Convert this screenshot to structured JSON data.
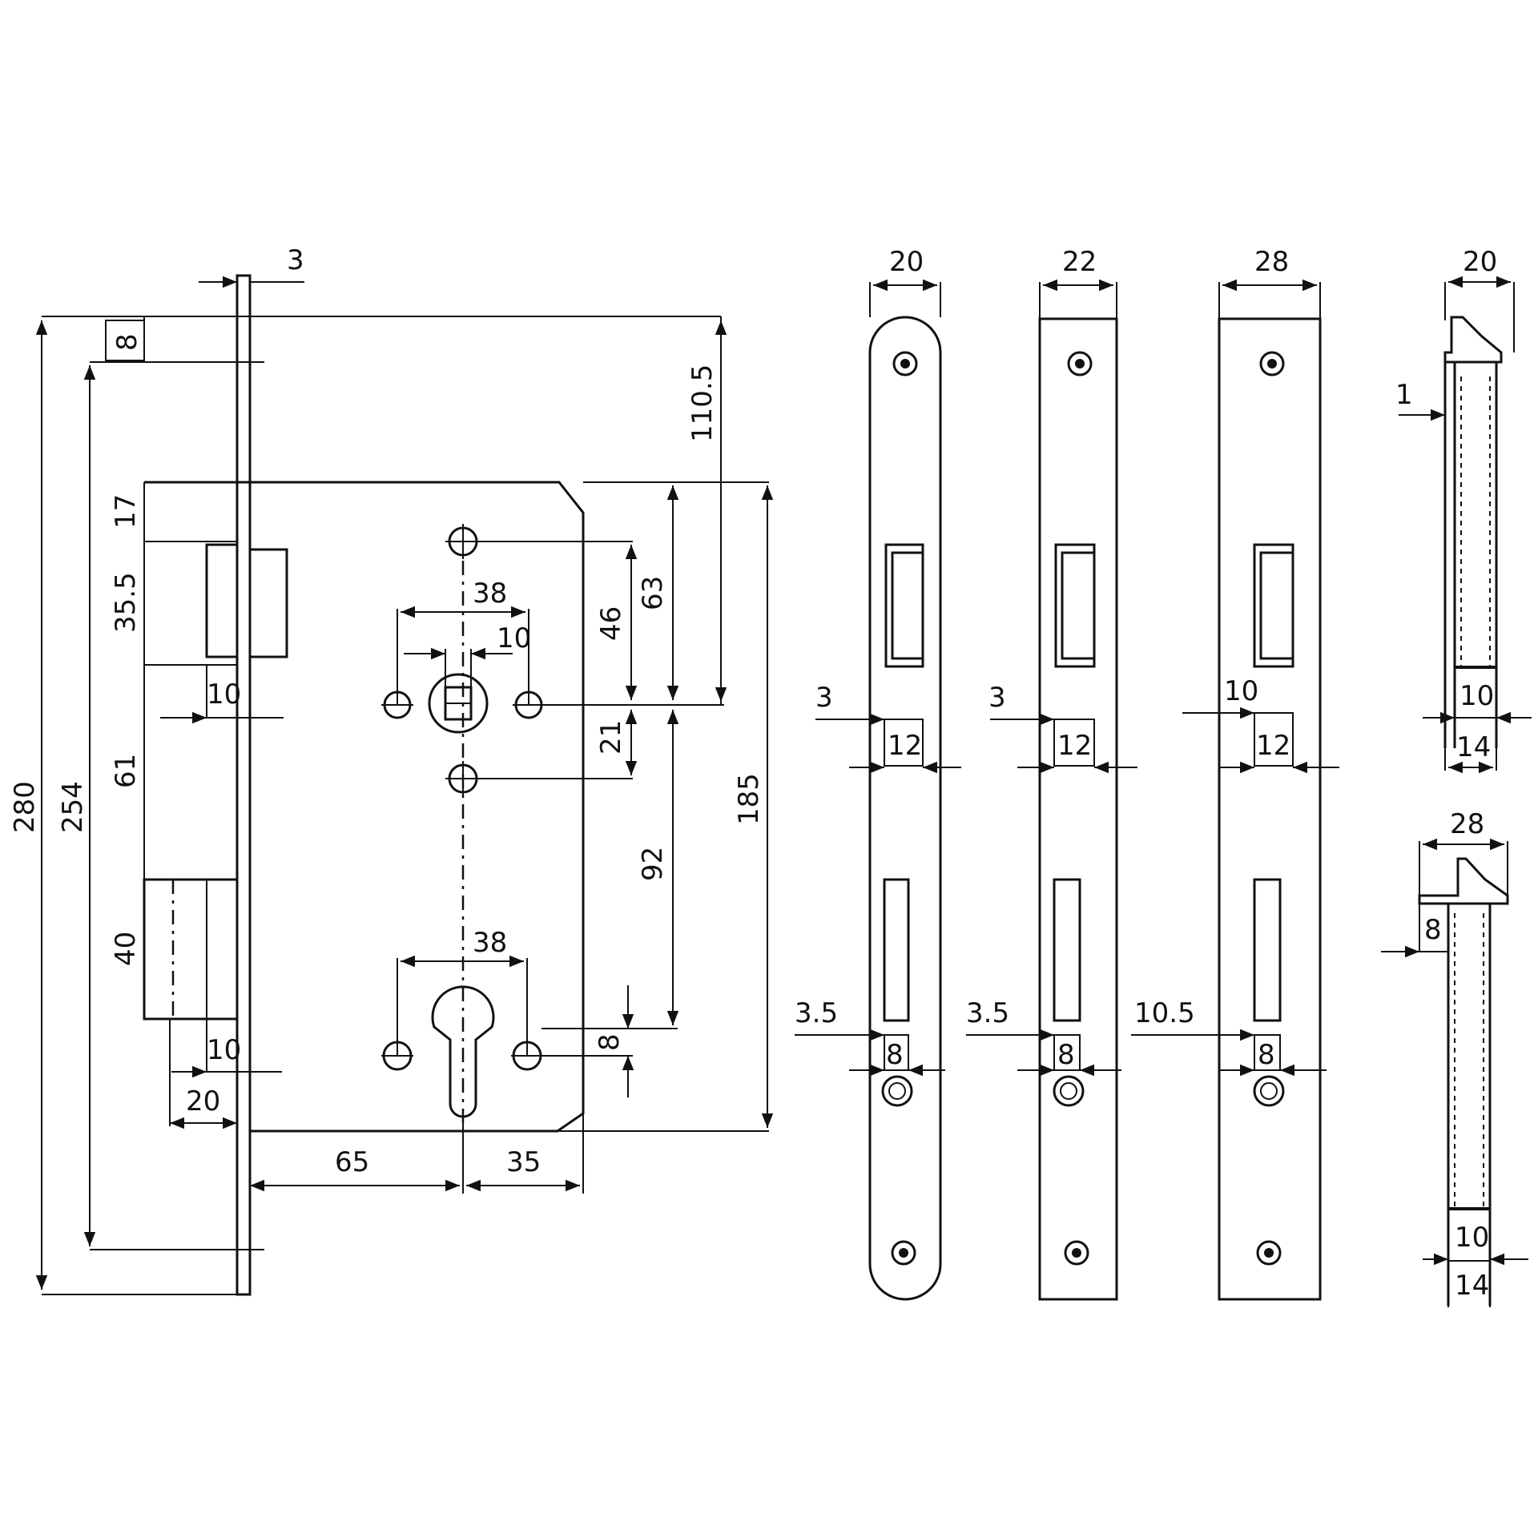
{
  "colors": {
    "ink": "#111111",
    "paper": "#ffffff"
  },
  "main_view": {
    "faceplate_thickness": "3",
    "faceplate_top_offset": "8",
    "overall_height": "280",
    "fixing_pitch": "254",
    "dim_17": "17",
    "latch_height": "35.5",
    "dim_61": "61",
    "bolt_height": "40",
    "latch_projection": "10",
    "bolt_projection": "10",
    "bolt_width": "20",
    "spindle_to_top": "110.5",
    "case_height": "185",
    "dim_63": "63",
    "dim_46": "46",
    "dim_21": "21",
    "dim_92": "92",
    "dim_8": "8",
    "hole_spacing_upper": "38",
    "square_spindle": "10",
    "hole_spacing_lower": "38",
    "backset": "65",
    "dim_35": "35"
  },
  "faceplates": [
    {
      "width": "20",
      "latch_offset": "3",
      "latch_gap": "12",
      "bolt_offset": "3.5",
      "bolt_gap": "8"
    },
    {
      "width": "22",
      "latch_offset": "3",
      "latch_gap": "12",
      "bolt_offset": "3.5",
      "bolt_gap": "8"
    },
    {
      "width": "28",
      "latch_offset": "10",
      "latch_gap": "12",
      "bolt_offset": "10.5",
      "bolt_gap": "8"
    }
  ],
  "side_views": [
    {
      "width": "20",
      "offset": "1",
      "inner": "10",
      "outer": "14"
    },
    {
      "width": "28",
      "offset": "8",
      "inner": "10",
      "outer": "14"
    }
  ]
}
